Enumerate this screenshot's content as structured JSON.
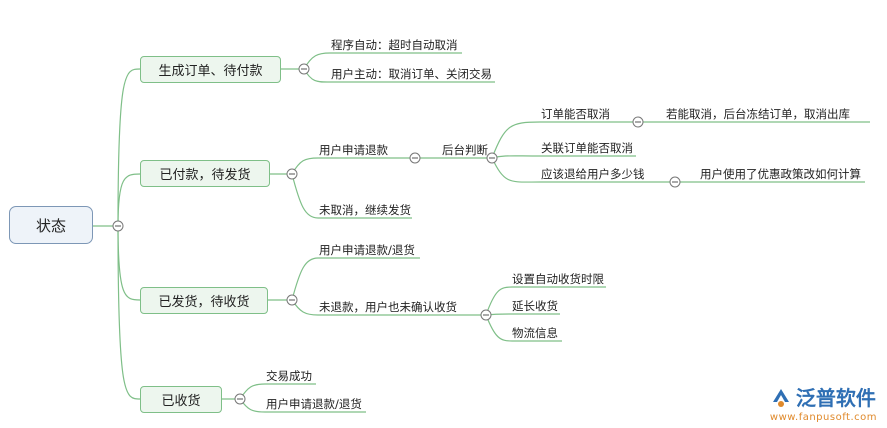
{
  "root": {
    "label": "状态"
  },
  "branches": [
    {
      "label": "生成订单、待付款",
      "children": [
        "程序自动：超时自动取消",
        "用户主动：取消订单、关闭交易"
      ]
    },
    {
      "label": "已付款，待发货",
      "children": [
        "用户申请退款",
        "未取消，继续发货"
      ],
      "sub": {
        "label": "后台判断",
        "children": [
          "订单能否取消",
          "关联订单能否取消",
          "应该退给用户多少钱"
        ],
        "notes": [
          "若能取消，后台冻结订单，取消出库",
          "用户使用了优惠政策改如何计算"
        ]
      }
    },
    {
      "label": "已发货，待收货",
      "children": [
        "用户申请退款/退货",
        "未退款，用户也未确认收货"
      ],
      "sub": {
        "children": [
          "设置自动收货时限",
          "延长收货",
          "物流信息"
        ]
      }
    },
    {
      "label": "已收货",
      "children": [
        "交易成功",
        "用户申请退款/退货"
      ]
    }
  ],
  "watermark": {
    "brand": "泛普软件",
    "url": "www.fanpusoft.com"
  },
  "colors": {
    "line": "#7fbf88",
    "branch_fill": "#edf6ee",
    "root_fill": "#eef3f9",
    "root_border": "#7d97b6",
    "brand": "#2f6fb4",
    "url": "#e08a2c"
  }
}
